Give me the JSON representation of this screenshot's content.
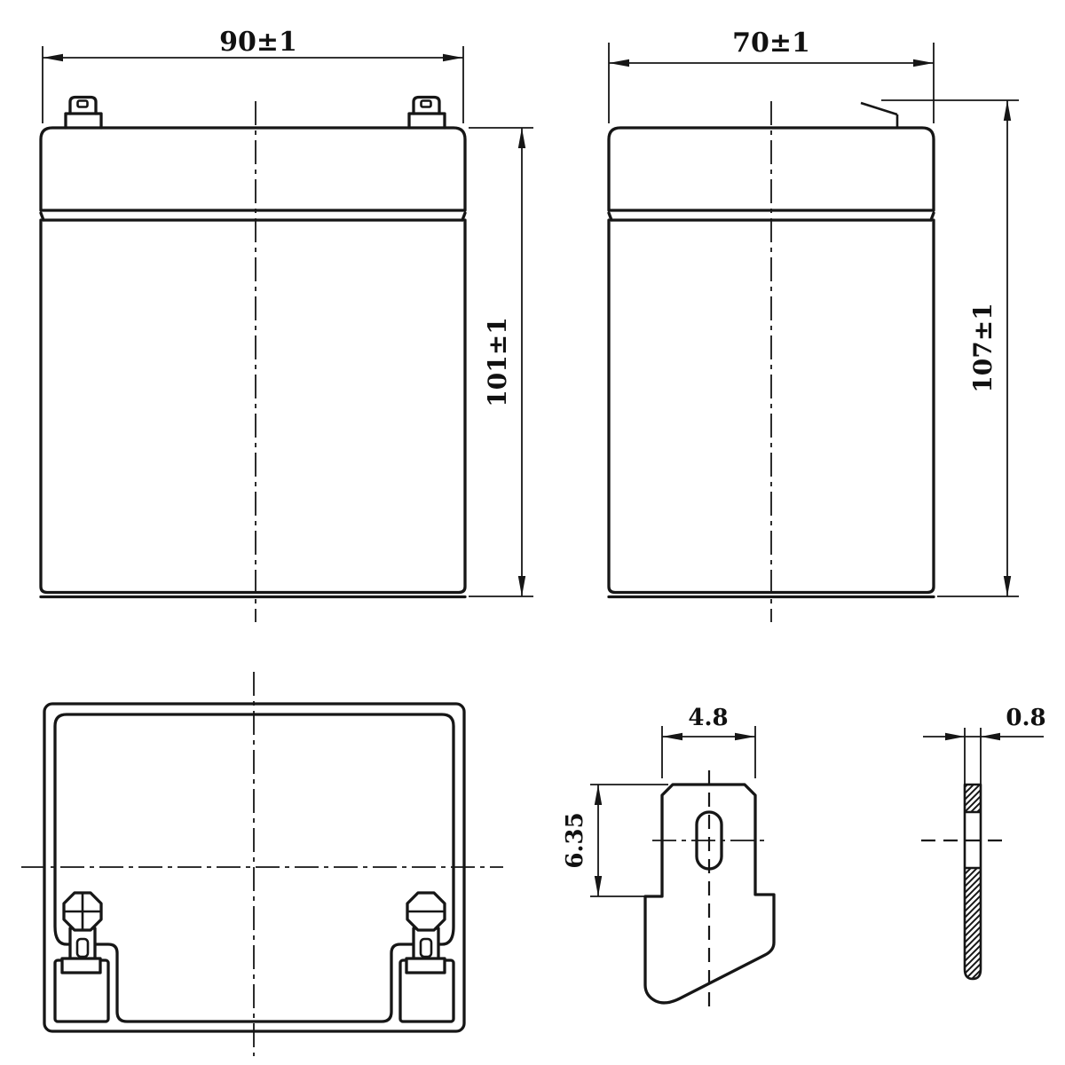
{
  "colors": {
    "background": "#ffffff",
    "line": "#161616",
    "text": "#111111"
  },
  "dimensions": {
    "front_width": "90±1",
    "front_height": "101±1",
    "side_width": "70±1",
    "side_height": "107±1",
    "terminal_width": "4.8",
    "terminal_height": "6.35",
    "terminal_thickness": "0.8"
  }
}
